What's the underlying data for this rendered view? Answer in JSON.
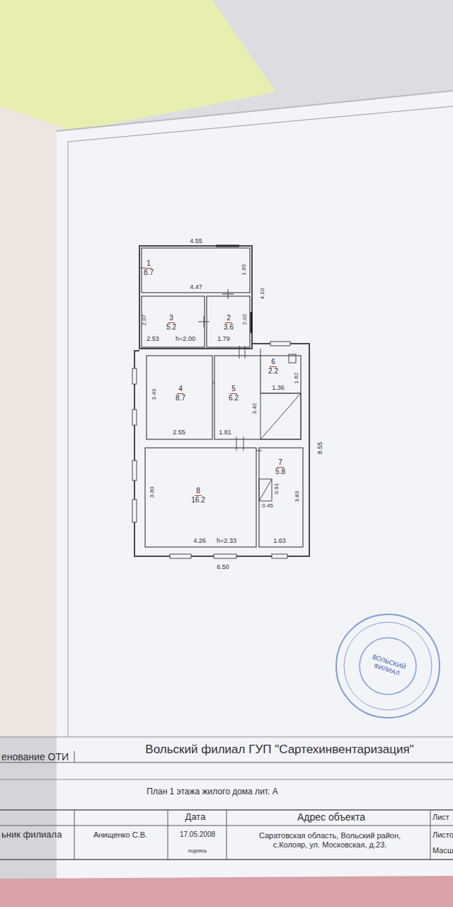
{
  "diagram": {
    "title": "План 1 этажа жилого дома лит. А",
    "nodes": [
      {
        "text": [
          "1",
          "8.7"
        ]
      },
      {
        "text": [
          "3",
          "5.2"
        ]
      },
      {
        "text": [
          "2",
          "3.6"
        ]
      },
      {
        "text": [
          "4",
          "8.7"
        ]
      },
      {
        "text": [
          "5",
          "6.2"
        ]
      },
      {
        "text": [
          "6",
          "2.2"
        ]
      },
      {
        "text": [
          "8",
          "16.2"
        ]
      },
      {
        "text": [
          "7",
          "5.8"
        ]
      },
      {
        "text": [
          "ВОЛЬСКИЙ ФИЛИАЛ"
        ]
      }
    ],
    "labels": [
      "4.55",
      "4.47",
      "1.95",
      "4.10",
      "2.07",
      "2.53",
      "h=2.00",
      "1.79",
      "2.02",
      "3.43",
      "2.55",
      "1.81",
      "3.42",
      "1.36",
      "1.62",
      "3.80",
      "4.26",
      "h=2.33",
      "0.91",
      "0.45",
      "3.83",
      "1.63",
      "8.55",
      "6.50",
      "енование ОТИ",
      "Вольский филиал ГУП \"Сартехинвентаризация\"",
      "Дата",
      "Адрес объекта",
      "Лист",
      "ьник филиала",
      "Анищенко С.В.",
      "17.05.2008",
      "подпись",
      "Саратовская область, Вольский район, с.Колояр, ул. Московская, д.23.",
      "Листо",
      "Масш"
    ]
  }
}
